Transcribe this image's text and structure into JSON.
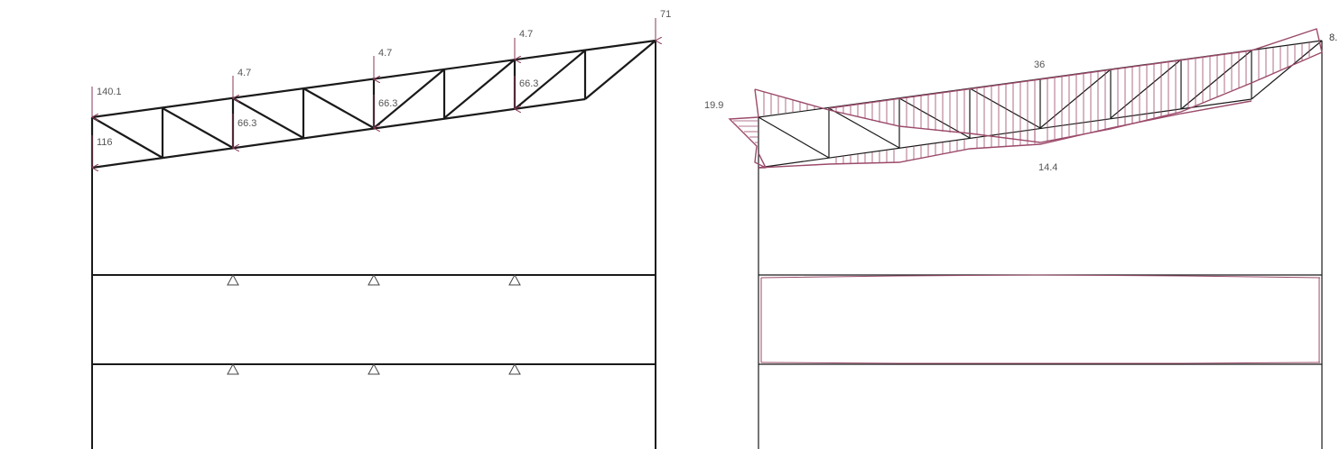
{
  "colors": {
    "structure": "#1a1a1a",
    "load": "#8a3a5a",
    "diagram": "#9b4a6a",
    "support": "#444444",
    "label": "#555555"
  },
  "left_panel": {
    "loads": {
      "top_left": "140.1",
      "lower_left": "116",
      "panel_point_1_top": "4.7",
      "panel_point_1_bottom": "66.3",
      "panel_point_2_top": "4.7",
      "panel_point_2_bottom": "66.3",
      "panel_point_3_top": "4.7",
      "panel_point_3_bottom": "66.3",
      "apex": "71"
    }
  },
  "right_panel": {
    "values": {
      "left_peak": "19.9",
      "top_chord_max": "36",
      "bottom_chord_max": "14.4",
      "right_edge": "8."
    }
  }
}
